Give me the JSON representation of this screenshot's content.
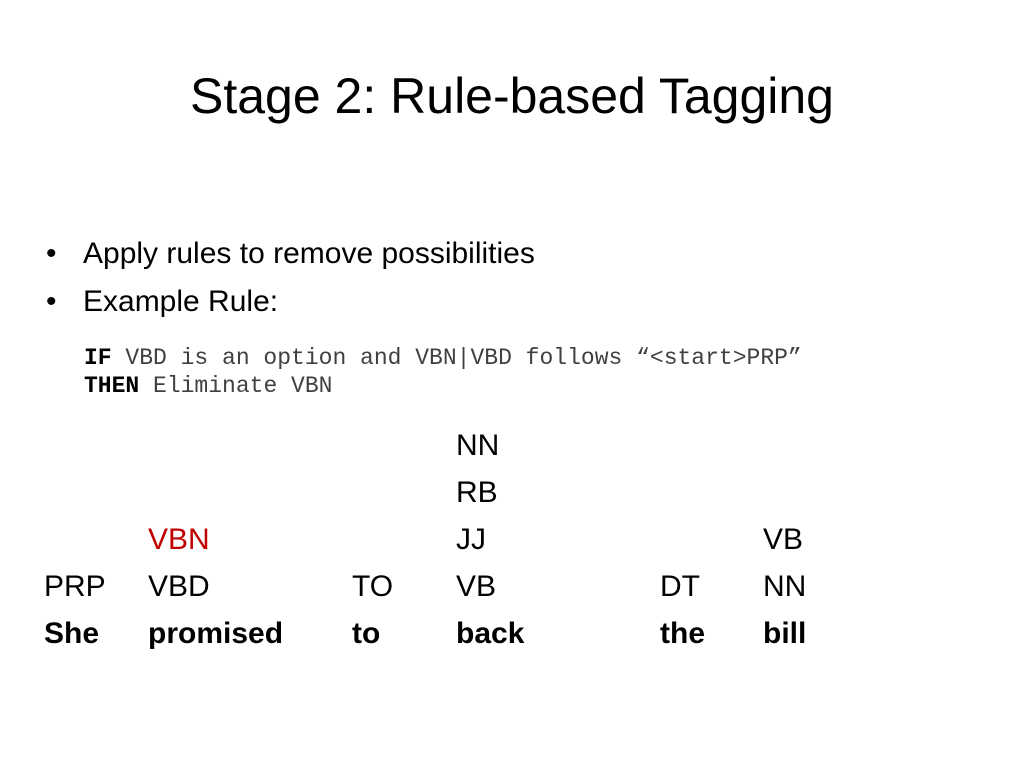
{
  "slide": {
    "title": "Stage 2: Rule-based Tagging",
    "bullets": [
      "Apply rules to remove possibilities",
      "Example Rule:"
    ],
    "bullet_glyph": "•",
    "rule": {
      "if_keyword": "IF",
      "if_text": " VBD is an option and VBN|VBD follows “<start>PRP”",
      "then_keyword": "THEN",
      "then_text": " Eliminate VBN"
    },
    "colors": {
      "highlight": "#c00000",
      "text": "#000000",
      "rule_text": "#404040"
    },
    "tag_table": {
      "columns": [
        {
          "word": "She",
          "tags": [
            "PRP"
          ]
        },
        {
          "word": "promised",
          "tags": [
            "VBD",
            "VBN"
          ],
          "highlighted_tag": "VBN"
        },
        {
          "word": "to",
          "tags": [
            "TO"
          ]
        },
        {
          "word": "back",
          "tags": [
            "VB",
            "JJ",
            "RB",
            "NN"
          ]
        },
        {
          "word": "the",
          "tags": [
            "DT"
          ]
        },
        {
          "word": "bill",
          "tags": [
            "NN",
            "VB"
          ]
        }
      ]
    }
  }
}
